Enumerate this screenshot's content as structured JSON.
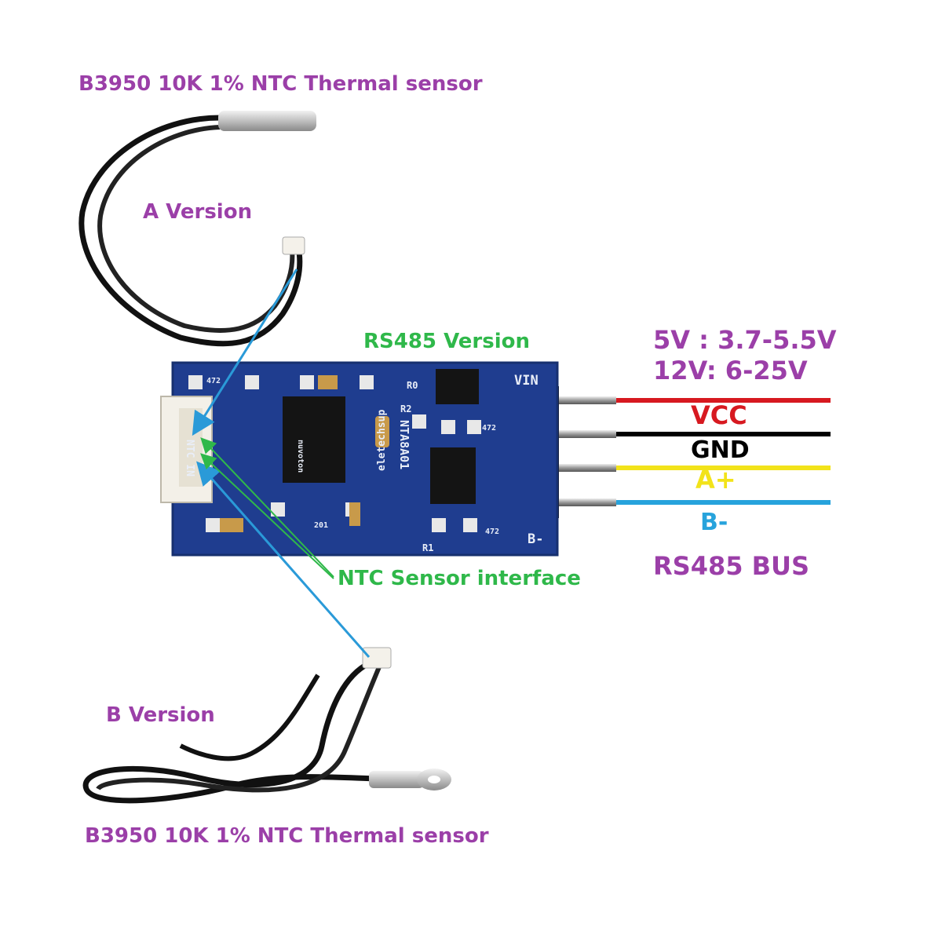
{
  "labels": {
    "sensor_top": "B3950 10K 1% NTC Thermal sensor",
    "sensor_bottom": "B3950 10K 1% NTC Thermal sensor",
    "a_version": "A Version",
    "b_version": "B Version",
    "rs485_version": "RS485 Version",
    "ntc_interface": "NTC Sensor interface",
    "power_5v": "5V  : 3.7-5.5V",
    "power_12v": "12V: 6-25V",
    "bus_title": "RS485 BUS"
  },
  "pins": [
    {
      "name": "VCC",
      "wire_color": "#d71920"
    },
    {
      "name": "GND",
      "wire_color": "#000000"
    },
    {
      "name": "A+",
      "wire_color": "#f2e31a"
    },
    {
      "name": "B-",
      "wire_color": "#27a3dc"
    }
  ],
  "board_silkscreen": {
    "vin": "VIN",
    "b_minus": "B-",
    "ntc_in": "NTC IN",
    "model": "NTA8A01",
    "brand": "eletechsup",
    "r0": "R0",
    "r1": "R1",
    "r2": "R2",
    "res_472": "472",
    "res_201": "201",
    "chip": "nuvoton"
  },
  "colors": {
    "label_purple": "#9b3fa8",
    "label_green": "#2fb84a",
    "pcb_blue": "#1f3d8f",
    "arrow_blue": "#2a9ad8"
  }
}
